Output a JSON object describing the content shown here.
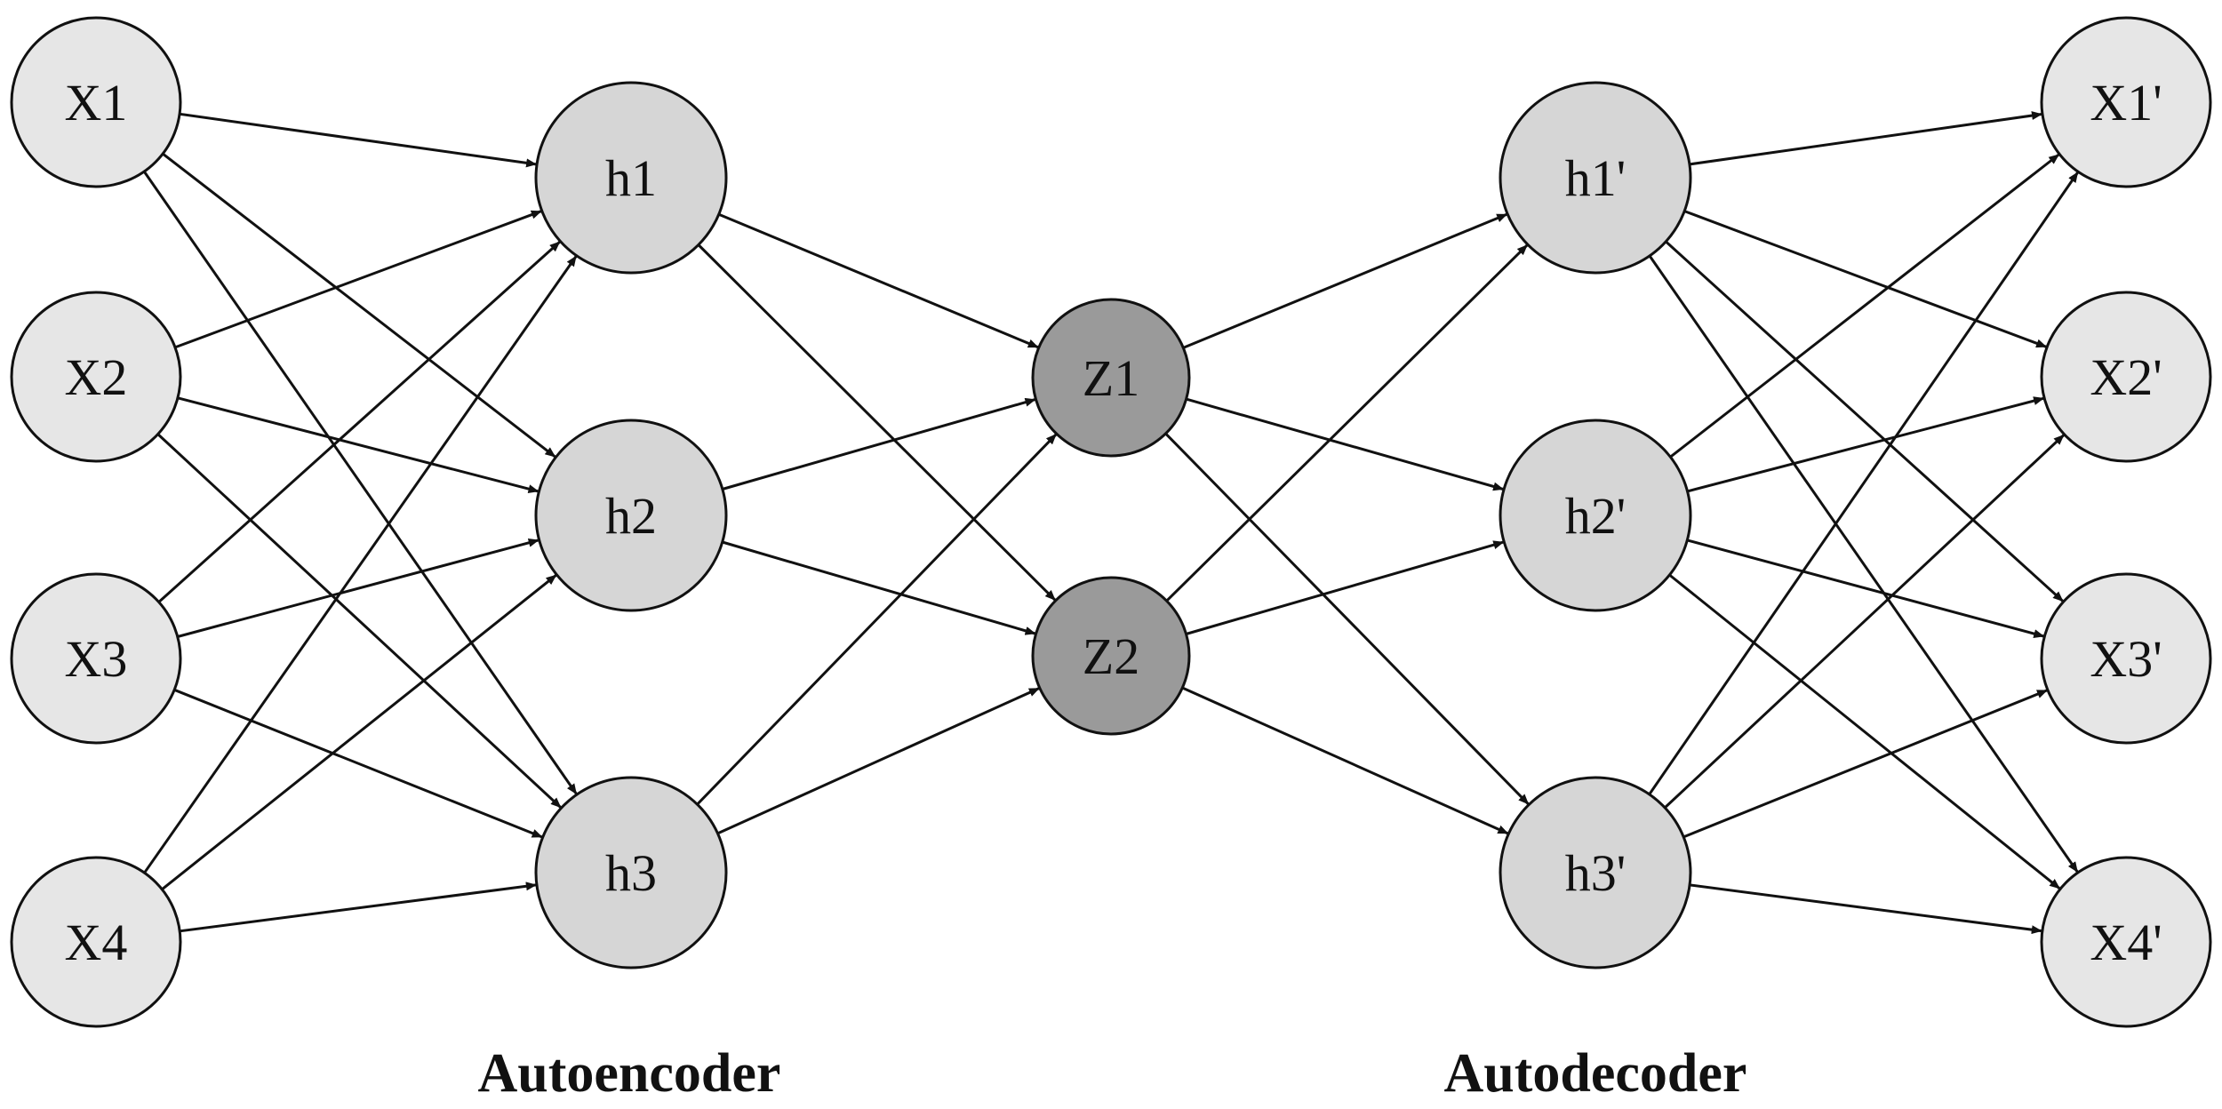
{
  "colors": {
    "input_node_fill": "#e6e6e6",
    "hidden_node_fill": "#d6d6d6",
    "latent_node_fill": "#9a9a9a",
    "stroke": "#111111",
    "background": "#ffffff"
  },
  "layers": [
    {
      "id": "input",
      "nodes": [
        "X1",
        "X2",
        "X3",
        "X4"
      ]
    },
    {
      "id": "encoder_hidden",
      "nodes": [
        "h1",
        "h2",
        "h3"
      ]
    },
    {
      "id": "latent",
      "nodes": [
        "Z1",
        "Z2"
      ]
    },
    {
      "id": "decoder_hidden",
      "nodes": [
        "h1'",
        "h2'",
        "h3'"
      ]
    },
    {
      "id": "output",
      "nodes": [
        "X1'",
        "X2'",
        "X3'",
        "X4'"
      ]
    }
  ],
  "connectivity": "fully-connected between adjacent layers",
  "captions": {
    "encoder": "Autoencoder",
    "decoder": "Autodecoder"
  }
}
